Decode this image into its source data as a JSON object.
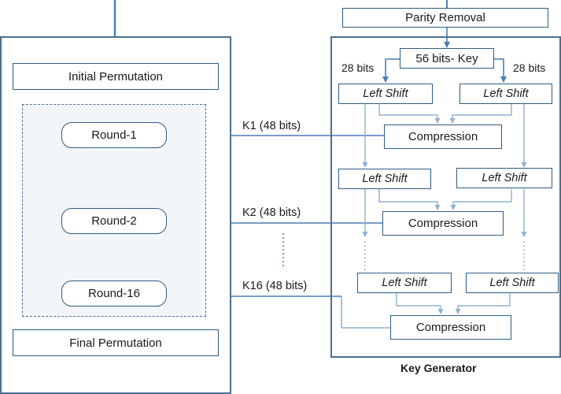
{
  "des": {
    "initial_permutation": "Initial Permutation",
    "rounds": [
      "Round-1",
      "Round-2",
      "Round-16"
    ],
    "final_permutation": "Final Permutation"
  },
  "key_generator": {
    "title": "Key Generator",
    "parity_removal": "Parity Removal",
    "key_56": "56 bits- Key",
    "split_left": "28 bits",
    "split_right": "28 bits",
    "left_shift": "Left Shift",
    "compression": "Compression"
  },
  "subkeys": [
    "K1 (48 bits)",
    "K2 (48 bits)",
    "K16 (48 bits)"
  ]
}
